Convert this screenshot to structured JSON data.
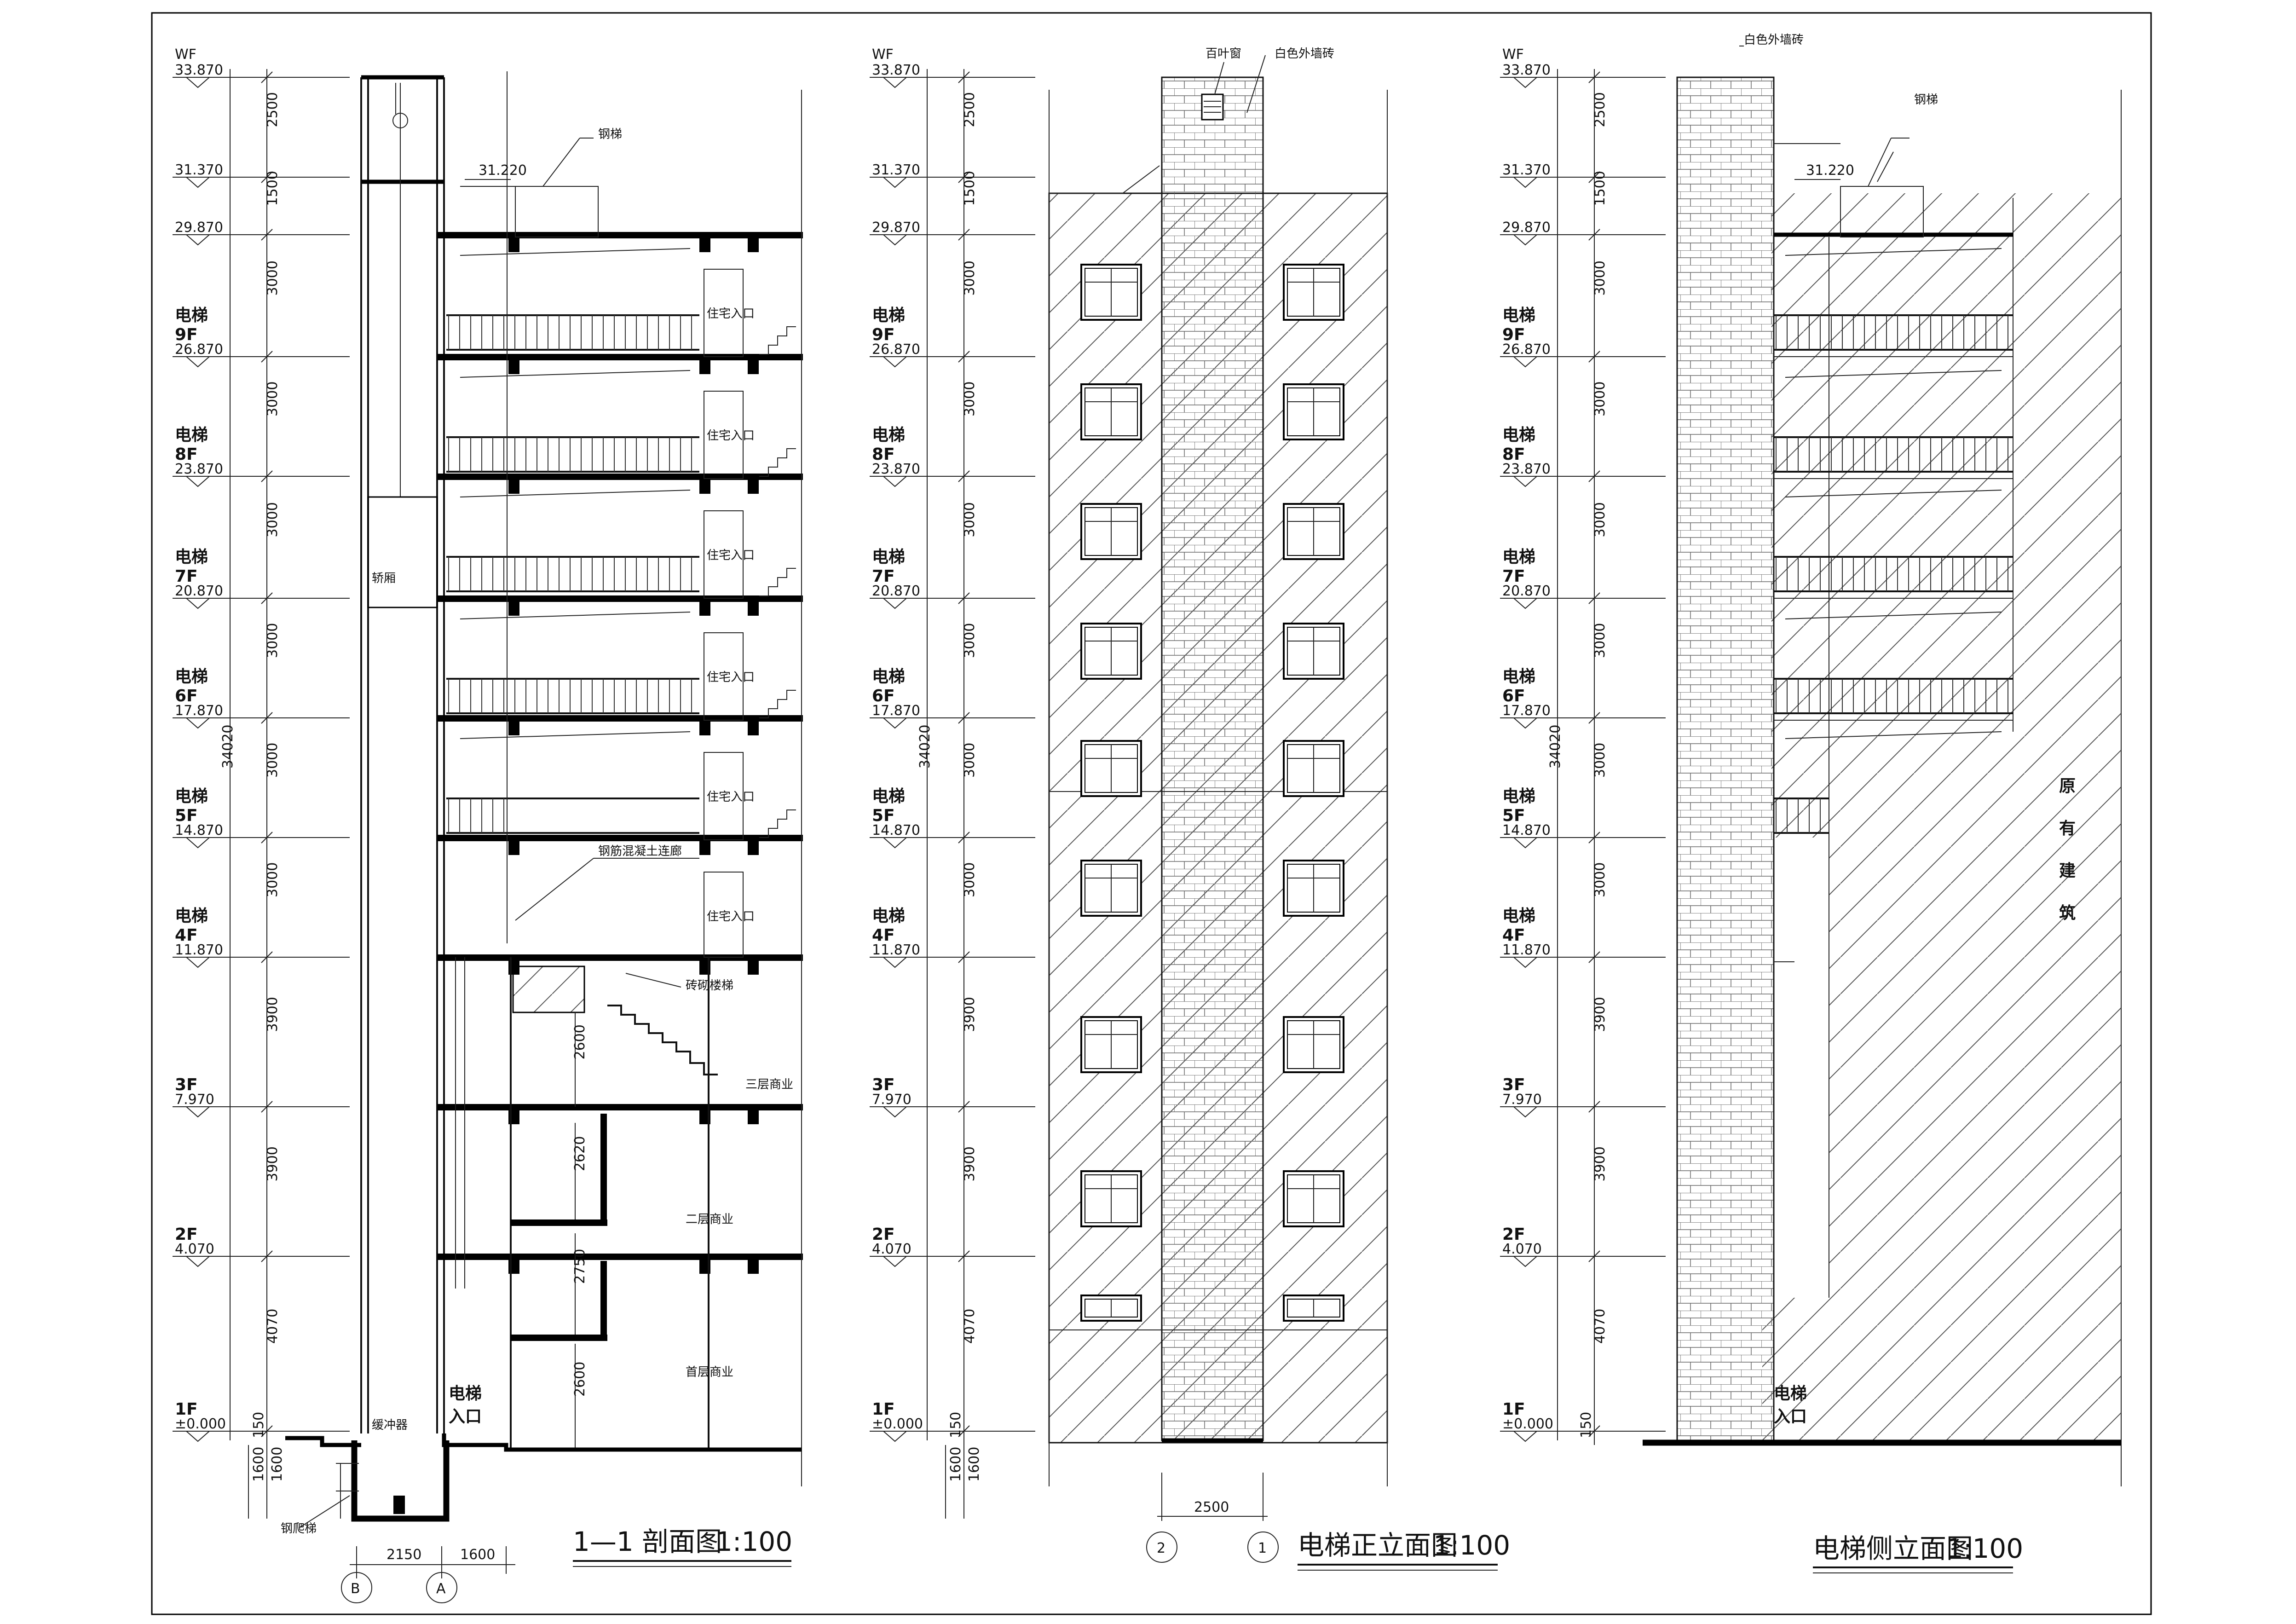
{
  "section_view": {
    "title": "1—1 剖面图",
    "scale": "1:100",
    "notes": {
      "steel_stair": "钢梯",
      "roof_elevation": "31.220",
      "concrete_corridor": "钢筋混凝土连廊",
      "masonry_stair": "砖砌楼梯",
      "car": "轿厢",
      "buffer": "缓冲器",
      "pit_ladder": "钢爬梯",
      "elevator_entry": "电梯入口"
    },
    "residential_entry": "住宅入口",
    "floor_uses": {
      "f3": "三层商业",
      "f2": "二层商业",
      "f1": "首层商业"
    },
    "inner_dims": [
      "2600",
      "2620",
      "2750",
      "2600"
    ],
    "bottom_dims": [
      "2150",
      "1600"
    ],
    "axis_labels": [
      "B",
      "A"
    ],
    "pit_dims": [
      "1600",
      "1600"
    ]
  },
  "front_elevation": {
    "title": "电梯正立面图",
    "scale": "1:100",
    "notes": {
      "louver": "百叶窗",
      "white_tile": "白色外墙砖"
    },
    "width_dim": "2500",
    "axis_labels": [
      "2",
      "1"
    ],
    "pit_dims": [
      "1600",
      "1600"
    ]
  },
  "side_elevation": {
    "title": "电梯侧立面图",
    "scale": "1:100",
    "notes": {
      "white_tile": "白色外墙砖",
      "steel_stair": "钢梯",
      "roof_elevation": "31.220",
      "existing": [
        "原",
        "有",
        "建",
        "筑"
      ],
      "elevator_entry": "电梯入口"
    }
  },
  "levels": [
    {
      "elev": "33.870",
      "top": "WF",
      "dim": "2500"
    },
    {
      "elev": "31.370",
      "dim": "1500"
    },
    {
      "elev": "29.870",
      "dim": "3000"
    },
    {
      "elev": "26.870",
      "top": "电梯",
      "floor": "9F",
      "dim": "3000"
    },
    {
      "elev": "23.870",
      "top": "电梯",
      "floor": "8F",
      "dim": "3000"
    },
    {
      "elev": "20.870",
      "top": "电梯",
      "floor": "7F",
      "dim": "3000"
    },
    {
      "elev": "17.870",
      "top": "电梯",
      "floor": "6F",
      "dim": "3000"
    },
    {
      "elev": "14.870",
      "top": "电梯",
      "floor": "5F",
      "dim": "3000"
    },
    {
      "elev": "11.870",
      "top": "电梯",
      "floor": "4F",
      "dim": "3900"
    },
    {
      "elev": "7.970",
      "floor": "3F",
      "dim": "3900"
    },
    {
      "elev": "4.070",
      "floor": "2F",
      "dim": "4070"
    },
    {
      "elev": "±0.000",
      "floor": "1F",
      "dim": "150"
    }
  ],
  "total_height": "34020",
  "colors": {
    "ink": "#000000",
    "paper": "#ffffff"
  }
}
